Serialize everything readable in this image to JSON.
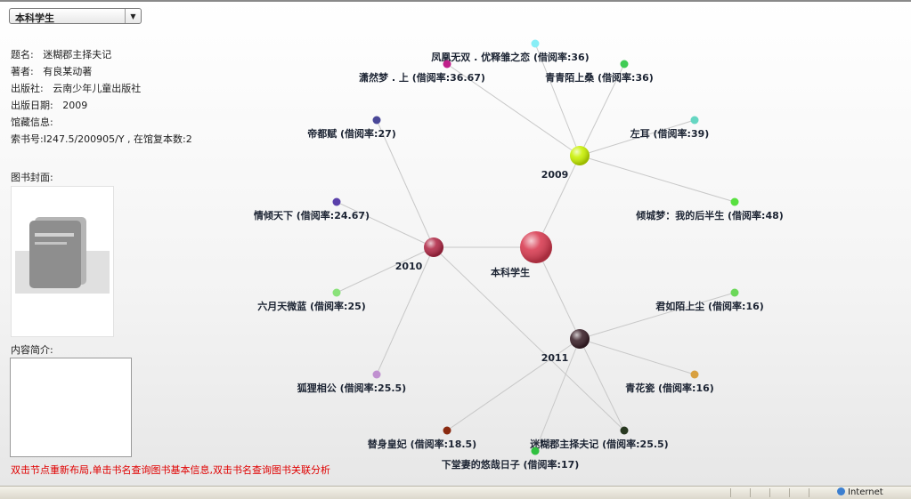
{
  "selector": {
    "value": "本科学生"
  },
  "book_info": {
    "title_label": "题名:",
    "title": "迷糊郡主择夫记",
    "author_label": "著者:",
    "author": "有良某动著",
    "publisher_label": "出版社:",
    "publisher": "云南少年儿童出版社",
    "pubdate_label": "出版日期:",
    "pubdate": "2009",
    "holdings_label": "馆藏信息:",
    "callno_text": "索书号:I247.5/200905/Y , 在馆复本数:2",
    "cover_label": "图书封面:",
    "intro_label": "内容简介:"
  },
  "hint": "双击节点重新布局,单击书名查询图书基本信息,双击书名查询图书关联分析",
  "statusbar": {
    "zone_text": "Internet"
  },
  "graph": {
    "nodes": [
      {
        "id": "root",
        "label": "本科学生",
        "color": "#d83a50",
        "kind": "root"
      },
      {
        "id": "y2009",
        "label": "2009",
        "color": "#c8f000",
        "kind": "year"
      },
      {
        "id": "y2010",
        "label": "2010",
        "color": "#b02845",
        "kind": "year"
      },
      {
        "id": "y2011",
        "label": "2011",
        "color": "#3a2028",
        "kind": "year"
      },
      {
        "id": "b1",
        "label": "凤凰无双 . 优释雏之恋 (借阅率:36)",
        "color": "#88eef6",
        "kind": "book"
      },
      {
        "id": "b2",
        "label": "潇然梦 . 上 (借阅率:36.67)",
        "color": "#c0208a",
        "kind": "book"
      },
      {
        "id": "b3",
        "label": "青青陌上桑 (借阅率:36)",
        "color": "#40cc55",
        "kind": "book"
      },
      {
        "id": "b4",
        "label": "左耳 (借阅率:39)",
        "color": "#66d6c2",
        "kind": "book"
      },
      {
        "id": "b5",
        "label": "倾城梦：我的后半生 (借阅率:48)",
        "color": "#58e040",
        "kind": "book"
      },
      {
        "id": "b6",
        "label": "帝都赋 (借阅率:27)",
        "color": "#4a4898",
        "kind": "book"
      },
      {
        "id": "b7",
        "label": "情倾天下 (借阅率:24.67)",
        "color": "#5a40aa",
        "kind": "book"
      },
      {
        "id": "b8",
        "label": "六月天微蓝 (借阅率:25)",
        "color": "#8ae27a",
        "kind": "book"
      },
      {
        "id": "b9",
        "label": "狐狸相公 (借阅率:25.5)",
        "color": "#c090d0",
        "kind": "book"
      },
      {
        "id": "b10",
        "label": "君如陌上尘 (借阅率:16)",
        "color": "#6cd85a",
        "kind": "book"
      },
      {
        "id": "b11",
        "label": "青花瓷 (借阅率:16)",
        "color": "#d8a040",
        "kind": "book"
      },
      {
        "id": "b12",
        "label": "替身皇妃 (借阅率:18.5)",
        "color": "#8a2a10",
        "kind": "book"
      },
      {
        "id": "b13",
        "label": "迷糊郡主择夫记 (借阅率:25.5)",
        "color": "#283820",
        "kind": "book"
      },
      {
        "id": "b14",
        "label": "下堂妻的悠哉日子 (借阅率:17)",
        "color": "#30c040",
        "kind": "book"
      }
    ],
    "edges": [
      [
        "root",
        "y2009"
      ],
      [
        "root",
        "y2010"
      ],
      [
        "root",
        "y2011"
      ],
      [
        "y2009",
        "b1"
      ],
      [
        "y2009",
        "b2"
      ],
      [
        "y2009",
        "b3"
      ],
      [
        "y2009",
        "b4"
      ],
      [
        "y2009",
        "b5"
      ],
      [
        "y2010",
        "b6"
      ],
      [
        "y2010",
        "b7"
      ],
      [
        "y2010",
        "b8"
      ],
      [
        "y2010",
        "b9"
      ],
      [
        "y2010",
        "b13"
      ],
      [
        "y2011",
        "b10"
      ],
      [
        "y2011",
        "b11"
      ],
      [
        "y2011",
        "b12"
      ],
      [
        "y2011",
        "b13"
      ],
      [
        "y2011",
        "b14"
      ]
    ]
  }
}
